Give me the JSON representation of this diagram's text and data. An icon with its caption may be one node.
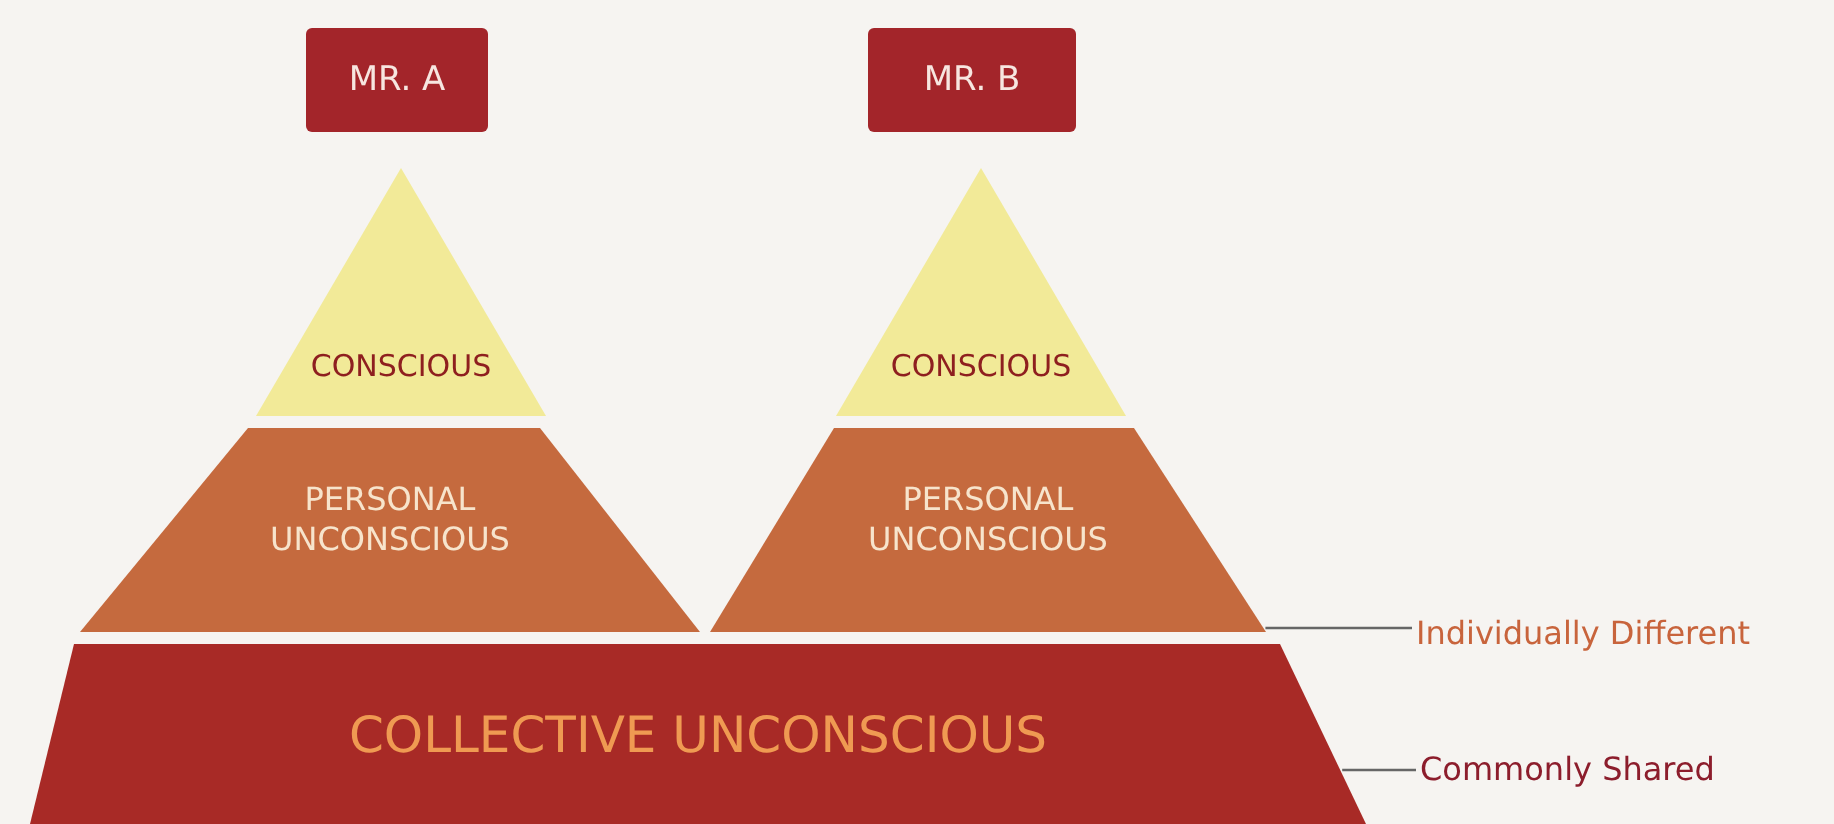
{
  "diagram": {
    "nodes": [
      {
        "text": [
          "MR. A"
        ]
      },
      {
        "text": [
          "MR. B"
        ]
      },
      {
        "text": [
          "CONSCIOUS"
        ]
      },
      {
        "text": [
          "PERSONAL UNCONSCIOUS"
        ]
      },
      {
        "text": [
          "CONSCIOUS"
        ]
      },
      {
        "text": [
          "PERSONAL UNCONSCIOUS"
        ]
      },
      {
        "text": [
          "COLLECTIVE UNCONSCIOUS"
        ]
      },
      {
        "text": [
          "Individually Different"
        ]
      },
      {
        "text": [
          "Commonly Shared"
        ]
      }
    ],
    "edges": [
      {
        "from": 7,
        "to": 5,
        "arrow": "none"
      },
      {
        "from": 8,
        "to": 6,
        "arrow": "none"
      }
    ]
  }
}
